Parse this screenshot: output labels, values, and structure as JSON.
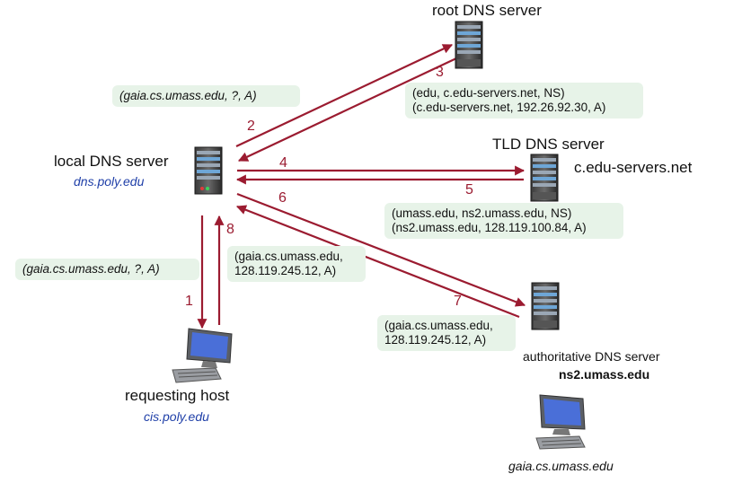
{
  "colors": {
    "arrow": "#9b1b30",
    "box": "#e7f3e8",
    "hostname": "#1f3fa8"
  },
  "icons": {
    "server": "server-icon",
    "computer": "computer-icon"
  },
  "nodes": {
    "root": {
      "title": "root DNS server"
    },
    "local": {
      "title": "local DNS server",
      "hostname": "dns.poly.edu"
    },
    "tld": {
      "title": "TLD DNS server",
      "hostname": "c.edu-servers.net"
    },
    "authoritative": {
      "title": "authoritative DNS server",
      "hostname": "ns2.umass.edu"
    },
    "requesting": {
      "title": "requesting host",
      "hostname": "cis.poly.edu"
    },
    "target": {
      "hostname": "gaia.cs.umass.edu"
    }
  },
  "steps": [
    "1",
    "2",
    "3",
    "4",
    "5",
    "6",
    "7",
    "8"
  ],
  "records": {
    "query_root": [
      "(gaia.cs.umass.edu, ?, A)"
    ],
    "query_host": [
      "(gaia.cs.umass.edu, ?, A)"
    ],
    "root_reply": [
      "(edu, c.edu-servers.net, NS)",
      "(c.edu-servers.net, 192.26.92.30, A)"
    ],
    "tld_reply": [
      "(umass.edu, ns2.umass.edu, NS)",
      "(ns2.umass.edu, 128.119.100.84, A)"
    ],
    "local_reply": [
      "(gaia.cs.umass.edu,",
      "128.119.245.12, A)"
    ],
    "auth_reply": [
      "(gaia.cs.umass.edu,",
      "128.119.245.12, A)"
    ]
  }
}
